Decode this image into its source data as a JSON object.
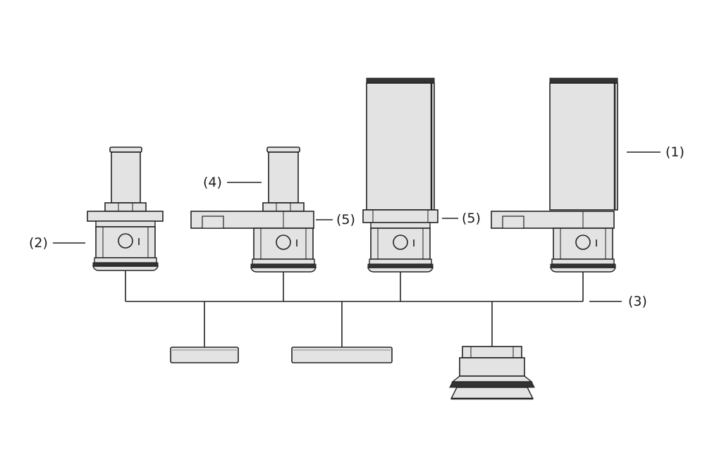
{
  "colors": {
    "body_fill": "#e3e3e3",
    "dark_fill": "#333333",
    "stroke": "#222222",
    "background": "#ffffff"
  },
  "callouts": [
    {
      "id": "1",
      "text": "(1)"
    },
    {
      "id": "2",
      "text": "(2)"
    },
    {
      "id": "3",
      "text": "(3)"
    },
    {
      "id": "4",
      "text": "(4)"
    },
    {
      "id": "5a",
      "text": "(5)"
    },
    {
      "id": "5b",
      "text": "(5)"
    }
  ]
}
